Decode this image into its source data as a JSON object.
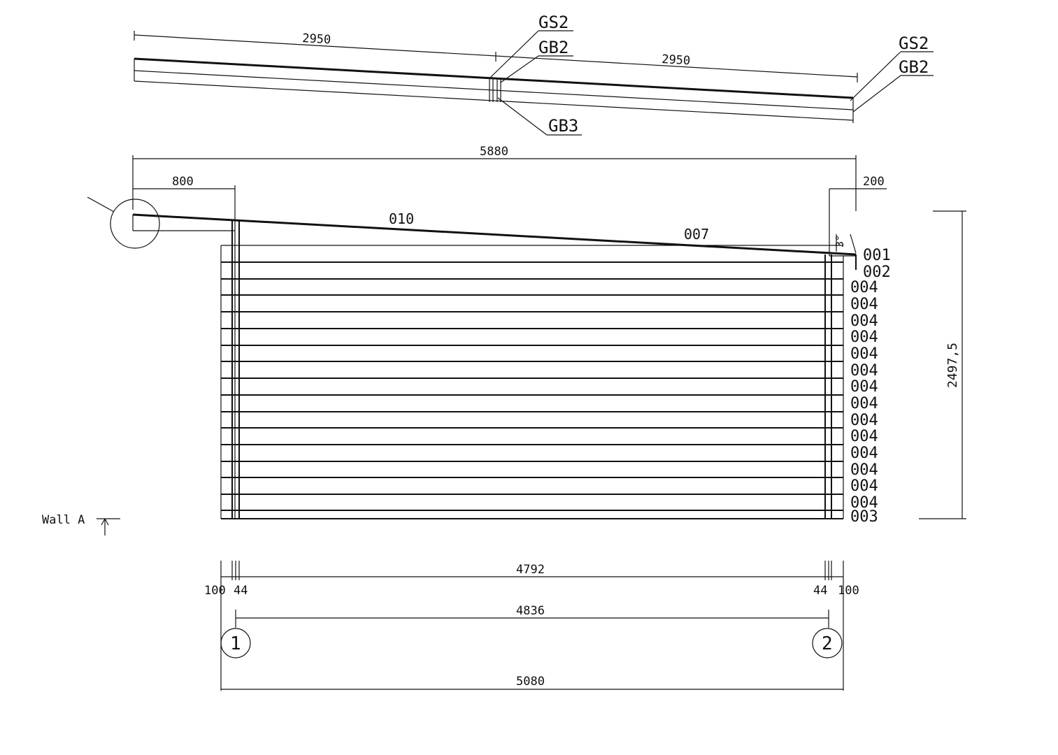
{
  "drawing": {
    "title": "Wall A",
    "beam_labels": {
      "gs2_mid": "GS2",
      "gb2_mid": "GB2",
      "gb3": "GB3",
      "gs2_end": "GS2",
      "gb2_end": "GB2"
    },
    "beam_spans": [
      "2950",
      "2950"
    ],
    "dims": {
      "overall": "5880",
      "overhang_left": "800",
      "overhang_right": "200",
      "height": "2497,5",
      "inner": "4792",
      "left_end": "100",
      "left_post": "44",
      "right_post": "44",
      "right_end": "100",
      "axis_span": "4836",
      "base": "5080"
    },
    "roof_labels": [
      "010",
      "007"
    ],
    "slope_label": "3°",
    "log_codes": [
      "001",
      "002",
      "004",
      "004",
      "004",
      "004",
      "004",
      "004",
      "004",
      "004",
      "004",
      "004",
      "004",
      "004",
      "004",
      "004",
      "003"
    ],
    "axes": [
      "1",
      "2"
    ]
  }
}
